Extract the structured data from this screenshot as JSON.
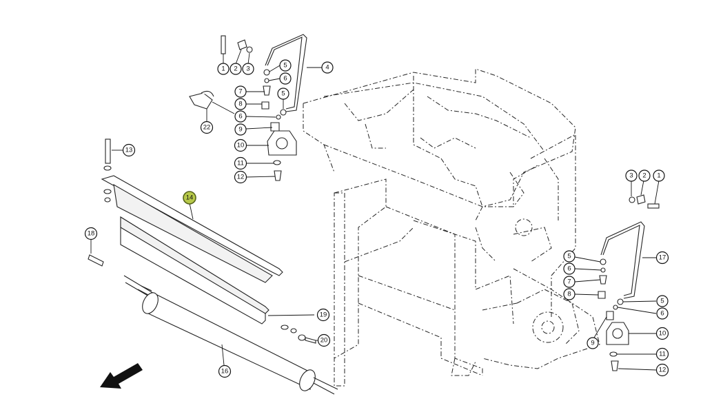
{
  "callouts": [
    {
      "id": "c1a",
      "label": "1"
    },
    {
      "id": "c2a",
      "label": "2"
    },
    {
      "id": "c3a",
      "label": "3"
    },
    {
      "id": "c4",
      "label": "4"
    },
    {
      "id": "c5a",
      "label": "5"
    },
    {
      "id": "c6a",
      "label": "6"
    },
    {
      "id": "c7a",
      "label": "7"
    },
    {
      "id": "c5b",
      "label": "5"
    },
    {
      "id": "c8a",
      "label": "8"
    },
    {
      "id": "c6b",
      "label": "6"
    },
    {
      "id": "c9a",
      "label": "9"
    },
    {
      "id": "c10a",
      "label": "10"
    },
    {
      "id": "c11a",
      "label": "11"
    },
    {
      "id": "c12a",
      "label": "12"
    },
    {
      "id": "c22",
      "label": "22"
    },
    {
      "id": "c13",
      "label": "13"
    },
    {
      "id": "c14",
      "label": "14",
      "highlight": true
    },
    {
      "id": "c18",
      "label": "18"
    },
    {
      "id": "c19",
      "label": "19"
    },
    {
      "id": "c20",
      "label": "20"
    },
    {
      "id": "c16",
      "label": "16"
    },
    {
      "id": "c3b",
      "label": "3"
    },
    {
      "id": "c2b",
      "label": "2"
    },
    {
      "id": "c1b",
      "label": "1"
    },
    {
      "id": "c17",
      "label": "17"
    },
    {
      "id": "c5c",
      "label": "5"
    },
    {
      "id": "c6c",
      "label": "6"
    },
    {
      "id": "c7b",
      "label": "7"
    },
    {
      "id": "c8b",
      "label": "8"
    },
    {
      "id": "c5d",
      "label": "5"
    },
    {
      "id": "c6d",
      "label": "6"
    },
    {
      "id": "c9b",
      "label": "9"
    },
    {
      "id": "c10b",
      "label": "10"
    },
    {
      "id": "c11b",
      "label": "11"
    },
    {
      "id": "c12b",
      "label": "12"
    }
  ],
  "colors": {
    "highlight_fill": "#b7c94a",
    "line": "#111111",
    "background": "#ffffff"
  },
  "icons": {
    "direction": "direction-arrow-icon"
  }
}
